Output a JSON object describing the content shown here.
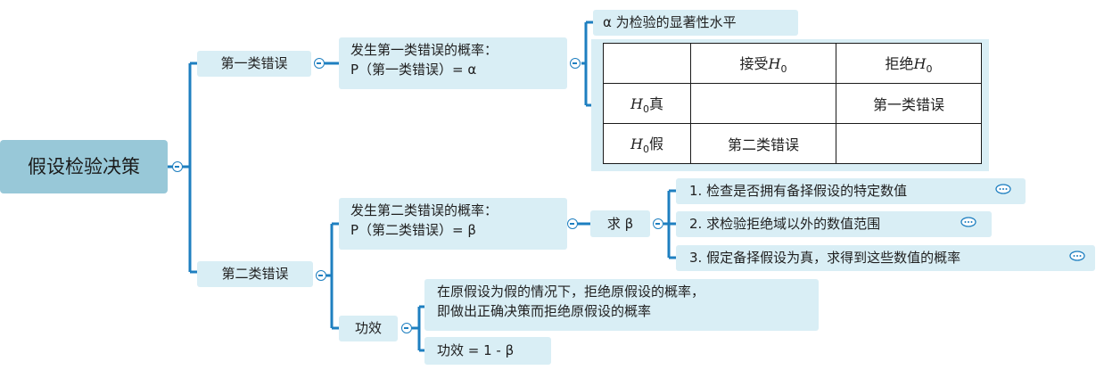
{
  "root": {
    "label": "假设检验决策"
  },
  "type1": {
    "label": "第一类错误",
    "prob_line1": "发生第一类错误的概率：",
    "prob_line2": "P（第一类错误）= α",
    "alpha_note": "α 为检验的显著性水平"
  },
  "table": {
    "header_accept_prefix": "接受",
    "header_reject_prefix": "拒绝",
    "h_symbol": "H",
    "h_subscript": "0",
    "row_true_suffix": "真",
    "row_false_suffix": "假",
    "type1_cell": "第一类错误",
    "type2_cell": "第二类错误"
  },
  "type2": {
    "label": "第二类错误",
    "prob_line1": "发生第二类错误的概率：",
    "prob_line2": "P（第二类错误）= β",
    "beta_label": "求 β",
    "steps": [
      "1. 检查是否拥有备择假设的特定数值",
      "2. 求检验拒绝域以外的数值范围",
      "3. 假定备择假设为真，求得到这些数值的概率"
    ],
    "power_label": "功效",
    "power_def_line1": "在原假设为假的情况下，拒绝原假设的概率，",
    "power_def_line2": "即做出正确决策而拒绝原假设的概率",
    "power_formula": "功效 = 1 - β"
  },
  "colors": {
    "node_fill": "#d9eef5",
    "root_fill": "#98c8d8",
    "connector": "#1e7fc0"
  },
  "icons": {
    "collapse": "collapse-minus-icon",
    "comment": "comment-bubble-icon"
  }
}
